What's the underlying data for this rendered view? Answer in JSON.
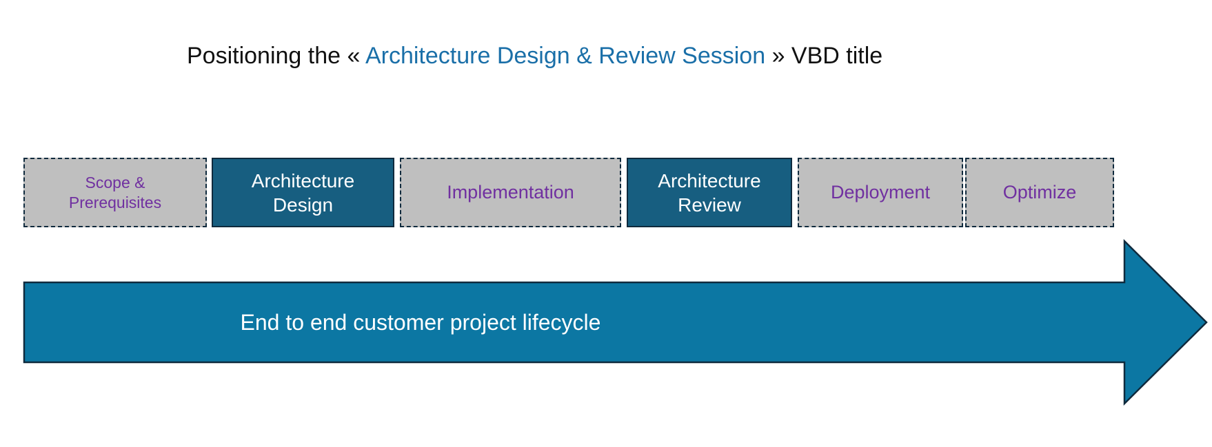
{
  "title": {
    "prefix": "Positioning the « ",
    "highlight": "Architecture Design & Review Session",
    "suffix": " » VBD title"
  },
  "phases": [
    {
      "label": "Scope &\nPrerequisites",
      "state": "other"
    },
    {
      "label": "Architecture\nDesign",
      "state": "active"
    },
    {
      "label": "Implementation",
      "state": "other"
    },
    {
      "label": "Architecture\nReview",
      "state": "active"
    },
    {
      "label": "Deployment",
      "state": "other"
    },
    {
      "label": "Optimize",
      "state": "other"
    }
  ],
  "arrow": {
    "label": "End to end customer project lifecycle"
  },
  "colors": {
    "highlight_text": "#1a6fa8",
    "active_fill": "#175e80",
    "other_fill": "#bfbfbf",
    "other_text": "#7030a0",
    "arrow_fill": "#0c77a3",
    "outline": "#0f2a3d"
  }
}
